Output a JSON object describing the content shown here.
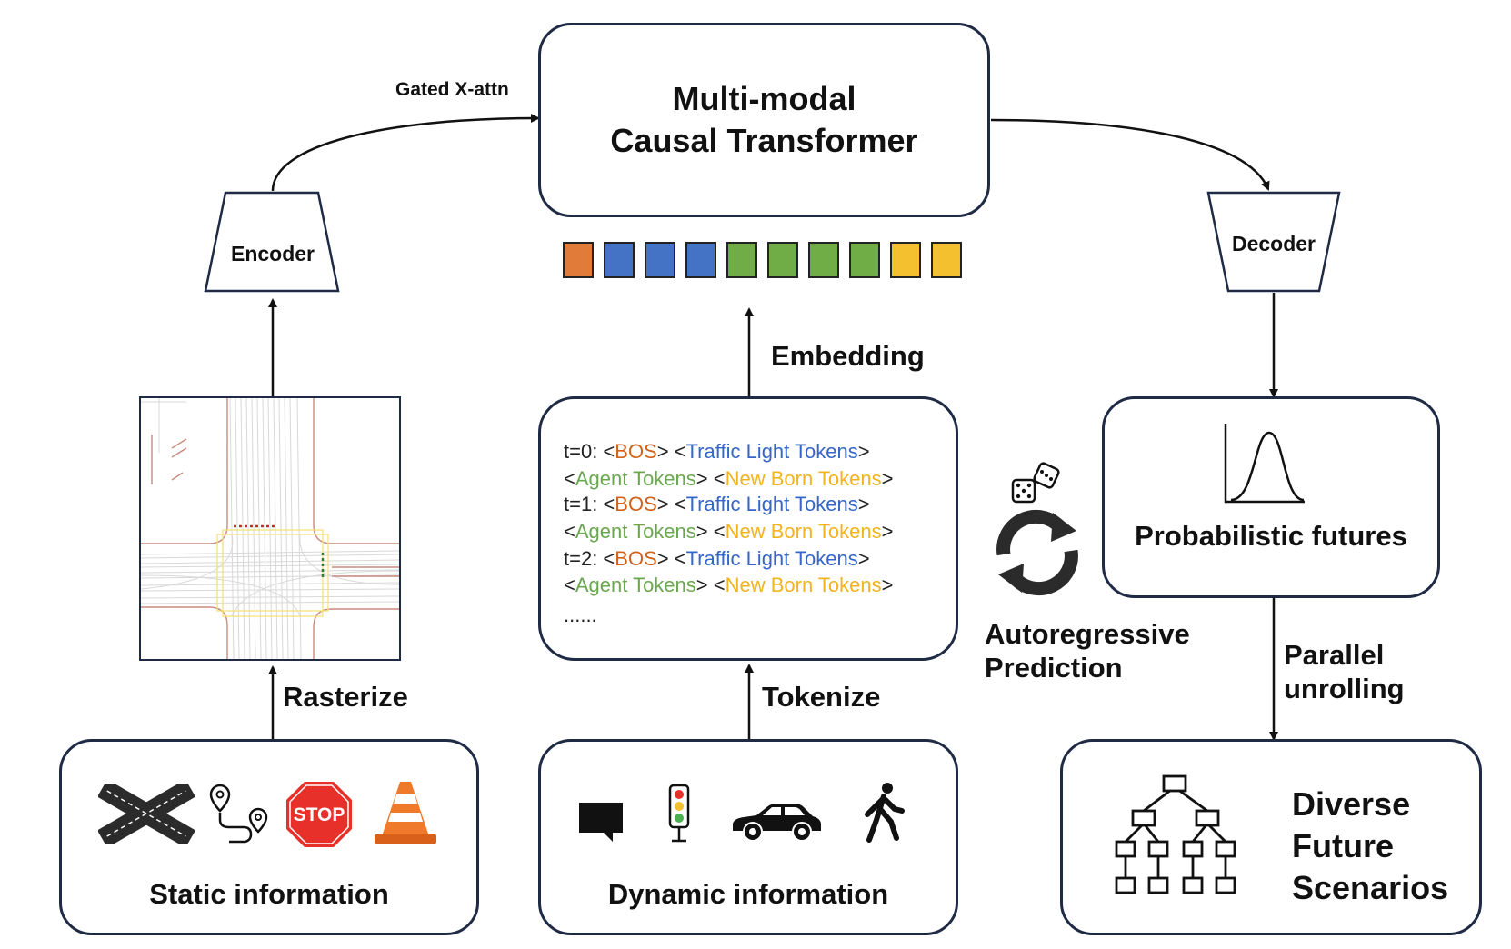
{
  "transformer": {
    "line1": "Multi-modal",
    "line2": "Causal Transformer"
  },
  "gated_xattn": "Gated X-attn",
  "encoder": "Encoder",
  "decoder": "Decoder",
  "embedding": "Embedding",
  "rasterize": "Rasterize",
  "tokenize": "Tokenize",
  "static_info": "Static information",
  "stop_text": "STOP",
  "dynamic_info": "Dynamic information",
  "probabilistic": "Probabilistic futures",
  "autoregressive": {
    "line1": "Autoregressive",
    "line2": "Prediction"
  },
  "parallel": {
    "line1": "Parallel",
    "line2": "unrolling"
  },
  "diverse": {
    "line1": "Diverse",
    "line2": "Future",
    "line3": "Scenarios"
  },
  "token_sequence": [
    "orange",
    "blue",
    "blue",
    "blue",
    "green",
    "green",
    "green",
    "green",
    "yellow",
    "yellow"
  ],
  "colors": {
    "orange": "#e07b39",
    "blue": "#4472c4",
    "green": "#70ad47",
    "yellow": "#f4c030",
    "box_border": "#1f2a44"
  },
  "token_text": {
    "rows": [
      {
        "prefix": "t=0: <",
        "bos": "BOS",
        "mid1": "> <",
        "tl": "Traffic Light Tokens",
        "end1": ">"
      },
      {
        "p1": "<",
        "agent": "Agent Tokens",
        "mid": "> <",
        "nb": "New Born Tokens",
        "end": ">"
      },
      {
        "prefix": "t=1: <",
        "bos": "BOS",
        "mid1": "> <",
        "tl": "Traffic Light Tokens",
        "end1": ">"
      },
      {
        "p1": "<",
        "agent": "Agent Tokens",
        "mid": "> <",
        "nb": "New Born Tokens",
        "end": ">"
      },
      {
        "prefix": "t=2: <",
        "bos": "BOS",
        "mid1": "> <",
        "tl": "Traffic Light Tokens",
        "end1": ">"
      },
      {
        "p1": "<",
        "agent": "Agent Tokens",
        "mid": "> <",
        "nb": "New Born Tokens",
        "end": ">"
      }
    ],
    "ellipsis": "......"
  }
}
